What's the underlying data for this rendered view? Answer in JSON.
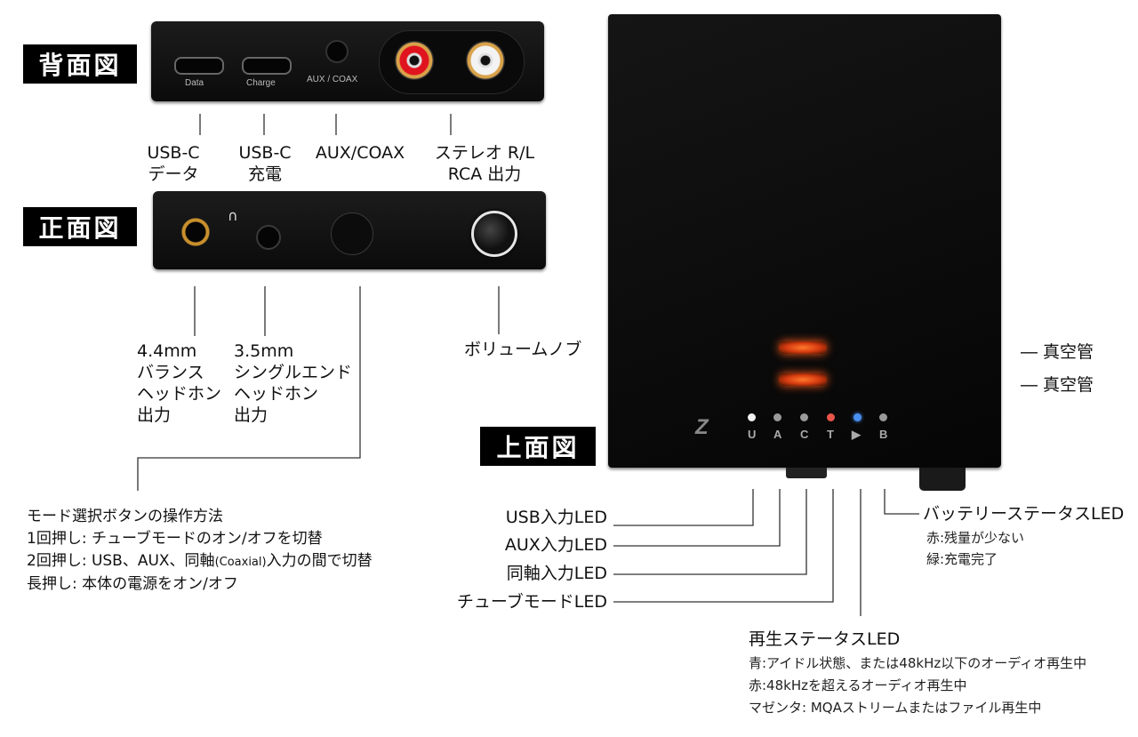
{
  "sections": {
    "rear_title": "背面図",
    "front_title": "正面図",
    "top_title": "上面図"
  },
  "rear_ports": {
    "data_marking": "Data",
    "charge_marking": "Charge",
    "aux_marking": "AUX / COAX"
  },
  "rear_labels": {
    "usbc_data": [
      "USB-C",
      "データ"
    ],
    "usbc_charge": [
      "USB-C",
      "充電"
    ],
    "aux_coax": "AUX/COAX",
    "stereo_rca": [
      "ステレオ R/L",
      "RCA 出力"
    ]
  },
  "front_labels": {
    "balanced": [
      "4.4mm",
      "バランス",
      "ヘッドホン",
      "出力"
    ],
    "single_ended": [
      "3.5mm",
      "シングルエンド",
      "ヘッドホン",
      "出力"
    ],
    "volume_knob": "ボリュームノブ"
  },
  "mode_button": {
    "title": "モード選択ボタンの操作方法",
    "line1": "1回押し: チューブモードのオン/オフを切替",
    "line2_pre": "2回押し: USB、AUX、同軸",
    "line2_small": "(Coaxial)",
    "line2_post": "入力の間で切替",
    "line3": "長押し: 本体の電源をオン/オフ"
  },
  "tubes": {
    "tube1": "― 真空管",
    "tube2": "― 真空管"
  },
  "top_led_letters": [
    "U",
    "A",
    "C",
    "T",
    "▶",
    "B"
  ],
  "top_callouts": {
    "usb_led": "USB入力LED",
    "aux_led": "AUX入力LED",
    "coax_led": "同軸入力LED",
    "tube_led": "チューブモードLED",
    "battery_led": "バッテリーステータスLED",
    "battery_red": "赤:残量が少ない",
    "battery_green": "緑:充電完了",
    "playback_led": "再生ステータスLED",
    "playback_blue": "青:アイドル状態、または48kHz以下のオーディオ再生中",
    "playback_red": "赤:48kHzを超えるオーディオ再生中",
    "playback_magenta": "マゼンタ: MQAストリームまたはファイル再生中"
  },
  "colors": {
    "led_white": "#f2f2f2",
    "led_gray": "#9a9a9a",
    "led_red": "#e8554a",
    "led_blue": "#4a8ff0",
    "tube_glow": "#ff5a1a",
    "rca_red": "#e0141e"
  }
}
